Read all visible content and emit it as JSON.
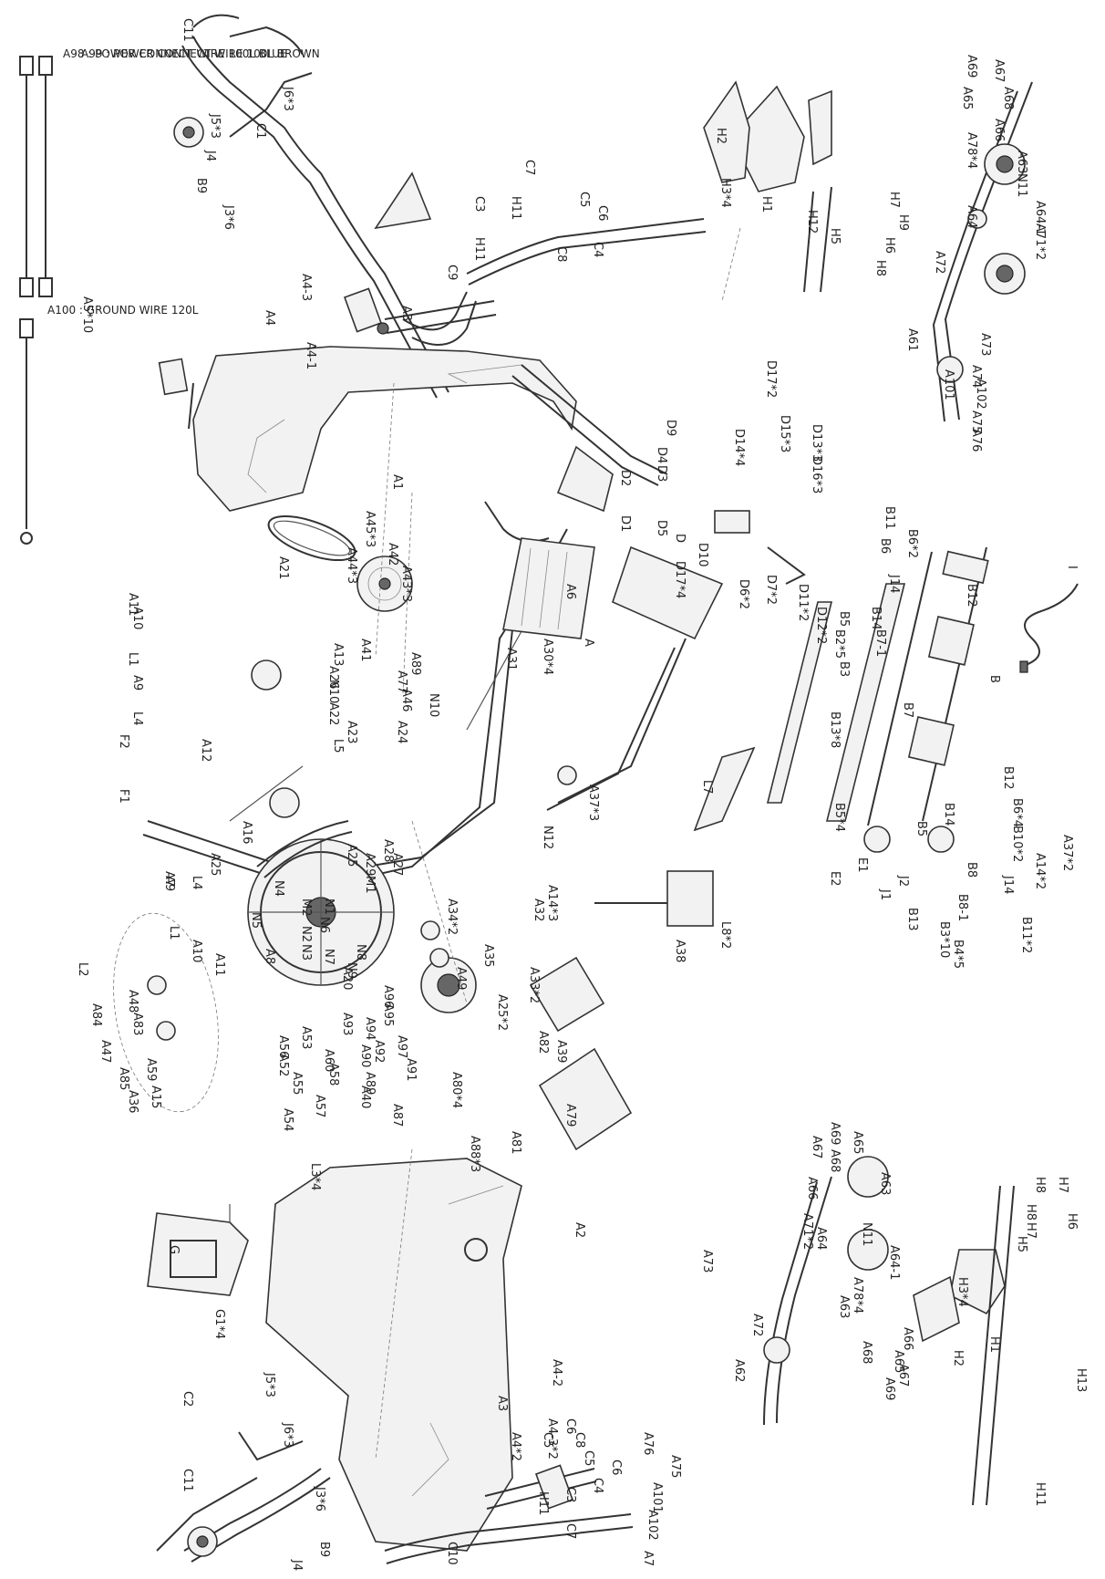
{
  "legend": [
    "A98 : POWER CONNECT WIRE 100L BLUE",
    "A99 : POWER CONNECT WIRE 100L BROWN",
    "A100 : GROUND WIRE 120L"
  ],
  "labels": {
    "C11a": "C11",
    "C1": "C1",
    "J5x3a": "J5*3",
    "J6x3a": "J6*3",
    "J4a": "J4",
    "B9a": "B9",
    "J3x6a": "J3*6",
    "C7a": "C7",
    "H11a": "H11",
    "C3a": "C3",
    "C5a": "C5",
    "C6a": "C6",
    "C4a": "C4",
    "C8a": "C8",
    "C9": "C9",
    "H11b": "H11",
    "A4x3": "A4-3",
    "A3a": "A3",
    "A4": "A4",
    "A4x1": "A4-1",
    "A5x10": "A5*10",
    "A1": "A1",
    "A69a": "A69",
    "A67a": "A67",
    "A65a": "A65",
    "A68a": "A68",
    "A66a": "A66",
    "A78x4a": "A78*4",
    "A63a": "A63",
    "N11a": "N11",
    "A64x1a": "A64-1",
    "A64a": "A64",
    "A71x2a": "A71*2",
    "A72a": "A72",
    "A73a": "A73",
    "A61": "A61",
    "A74": "A74",
    "A102a": "A102",
    "A101a": "A101",
    "A75a": "A75",
    "A76a": "A76",
    "H2a": "H2",
    "H3x4a": "H3*4",
    "H1a": "H1",
    "H7a": "H7",
    "H5a": "H5",
    "H9": "H9",
    "H6a": "H6",
    "H8a": "H8",
    "H12": "H12",
    "D17x2a": "D17*2",
    "D14x4": "D14*4",
    "D15x3": "D15*3",
    "D13x3": "D13*3",
    "D16x3": "D16*3",
    "D9": "D9",
    "D4": "D4",
    "D3": "D3",
    "D2": "D2",
    "D1": "D1",
    "D5": "D5",
    "D": "D",
    "D10": "D10",
    "D17x4": "D17*4",
    "D6x2": "D6*2",
    "D7x2": "D7*2",
    "D11x2": "D11*2",
    "D12x2": "D12*2",
    "A45x3": "A45*3",
    "A44x3": "A44*3",
    "A42": "A42",
    "A21": "A21",
    "A43x3": "A43*3",
    "B11a": "B11",
    "B6x2a": "B6*2",
    "B6a": "B6",
    "J14a": "J14",
    "B12a": "B12",
    "B14a": "B14",
    "B5a": "B5",
    "B7x1": "B7-1",
    "B2x5": "B2*5",
    "B3": "B3",
    "B7": "B7",
    "B13x8": "B13*8",
    "B": "B",
    "B12b": "B12",
    "B6x4": "B6*4",
    "B10x2": "B10*2",
    "A37x2": "A37*2",
    "A14x2": "A14*2",
    "J14b": "J14",
    "B11x2": "B11*2",
    "B8x1": "B8-1",
    "B8": "B8",
    "B14b": "B14",
    "B5b": "B5",
    "B5x4": "B5*4",
    "E1": "E1",
    "E2": "E2",
    "J2": "J2",
    "J1": "J1",
    "B13": "B13",
    "B3x10": "B3*10",
    "B4x5": "B4*5",
    "I": "I",
    "A6": "A6",
    "A": "A",
    "A30x4": "A30*4",
    "A31": "A31",
    "A89": "A89",
    "A41": "A41",
    "A77": "A77",
    "A46": "A46",
    "N10": "N10",
    "A13": "A13",
    "A26": "A26",
    "N10b": "N10",
    "A22": "A22",
    "A24": "A24",
    "A23": "A23",
    "L5": "L5",
    "A11a": "A11",
    "A10a": "A10",
    "L1a": "L1",
    "A9a": "A9",
    "L4a": "L4",
    "A12": "A12",
    "F2": "F2",
    "F1": "F1",
    "A16": "A16",
    "A25a": "A25",
    "L4b": "L4",
    "A9b": "A9",
    "L1b": "L1",
    "A10b": "A10",
    "A11b": "A11",
    "A37x3": "A37*3",
    "N12": "N12",
    "A28": "A28",
    "A27": "A27",
    "A29": "A29",
    "A25b": "A25",
    "A32": "A32",
    "A14x3": "A14*3",
    "A34x2": "A34*2",
    "A35": "A35",
    "A33x2": "A33*2",
    "A25x2": "A25*2",
    "A49": "A49",
    "N1": "N1",
    "M1": "M1",
    "M2": "M2",
    "N4": "N4",
    "N5": "N5",
    "N6": "N6",
    "N2": "N2",
    "N3": "N3",
    "N7": "N7",
    "N8": "N8",
    "N9": "N9",
    "L7": "L7",
    "L8x2": "L8*2",
    "A38": "A38",
    "A96": "A96",
    "A95": "A95",
    "A20": "A20",
    "A94": "A94",
    "A93": "A93",
    "A97": "A97",
    "A92": "A92",
    "A90": "A90",
    "A91": "A91",
    "A89b": "A89",
    "A40": "A40",
    "A87": "A87",
    "A88x3": "A88*3",
    "A60": "A60",
    "A58": "A58",
    "A57": "A57",
    "A53": "A53",
    "A56": "A56",
    "A52": "A52",
    "A55": "A55",
    "A54": "A54",
    "A8": "A8",
    "A7": "A7",
    "A82": "A82",
    "A39": "A39",
    "A80x4": "A80*4",
    "A79": "A79",
    "A81": "A81",
    "L2": "L2",
    "A48": "A48",
    "A84": "A84",
    "A83": "A83",
    "A47": "A47",
    "A59": "A59",
    "A85": "A85",
    "A15": "A15",
    "A36": "A36",
    "L3x4": "L3*4",
    "A2": "A2",
    "G": "G",
    "G1x4": "G1*4",
    "A69b": "A69",
    "A67b": "A67",
    "A65b": "A65",
    "A68b": "A68",
    "A66b": "A66",
    "A63b": "A63",
    "A71x2b": "A71*2",
    "A64b": "A64",
    "N11b": "N11",
    "A64x1b": "A64-1",
    "A78x4b": "A78*4",
    "A63c": "A63",
    "A73b": "A73",
    "A72b": "A72",
    "A62": "A62",
    "A66c": "A66",
    "A68c": "A68",
    "A65c": "A65",
    "A67c": "A67",
    "A69c": "A69",
    "H7b": "H7",
    "H8b": "H8",
    "H6b": "H6",
    "H8c": "H8",
    "H7c": "H7",
    "H5b": "H5",
    "H3x4b": "H3*4",
    "H1b": "H1",
    "H2b": "H2",
    "H13": "H13",
    "H11c": "H11",
    "A76b": "A76",
    "A75b": "A75",
    "A101b": "A101",
    "A102b": "A102",
    "A7b": "A7",
    "A4x2": "A4-2",
    "A3b": "A3",
    "A4x3x2": "A4-3*2",
    "A4x2b": "A4*2",
    "C6b": "C6",
    "C5b": "C5",
    "C8b": "C8",
    "C6c": "C6",
    "C5c": "C5",
    "C4b": "C4",
    "C3b": "C3",
    "H11d": "H11",
    "C7b": "C7",
    "C10": "C10",
    "B9b": "B9",
    "J4b": "J4",
    "J3x6b": "J3*6",
    "J6x3b": "J6*3",
    "J5x3b": "J5*3",
    "C2": "C2",
    "C11b": "C11"
  }
}
